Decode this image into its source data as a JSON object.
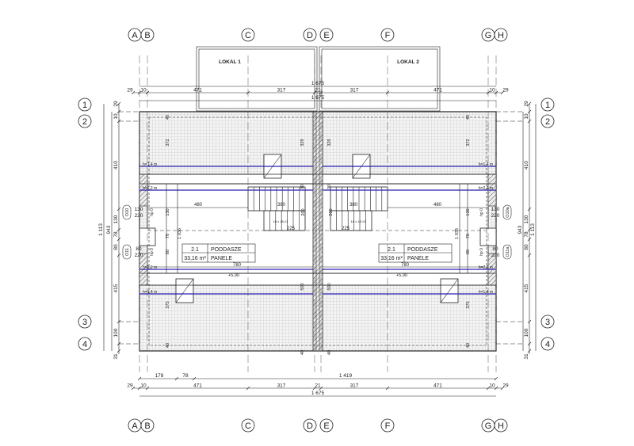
{
  "drawing": {
    "grid_columns": [
      "A",
      "B",
      "C",
      "D",
      "E",
      "F",
      "G",
      "H"
    ],
    "grid_rows": [
      "1",
      "2",
      "3",
      "4"
    ],
    "units": [
      "LOKAL 1",
      "LOKAL 2"
    ],
    "top_total_1": "1 675",
    "top_total_2": "1 675",
    "horizontal_dims": [
      "29",
      "10",
      "471",
      "317",
      "21",
      "317",
      "471",
      "10",
      "29"
    ],
    "bottom_dims_extra": [
      "178",
      "78",
      "1 419"
    ],
    "bottom_total": "1 675",
    "vertical_dims": [
      "29",
      "10",
      "410",
      "130",
      "78",
      "80",
      "415",
      "100",
      "31"
    ],
    "vertical_subtotal": "943",
    "vertical_total": "1 113",
    "windows_left": [
      {
        "id": "O10",
        "w": "130",
        "h": "220"
      },
      {
        "id": "O11",
        "w": "80",
        "h": "220"
      }
    ],
    "windows_right": [
      {
        "id": "O10a",
        "w": "130",
        "h": "220"
      },
      {
        "id": "O11a",
        "w": "80",
        "h": "220"
      }
    ],
    "sill_label": "hp 0",
    "height_low": "h=1,4 m",
    "height_high": "h=2,2 m",
    "rooms": [
      {
        "number": "2.1",
        "name": "PODDASZE",
        "area": "33,16 m²",
        "finish": "PANELE"
      },
      {
        "number": "2.1",
        "name": "PODDASZE",
        "area": "33,16 m²",
        "finish": "PANELE"
      }
    ],
    "interior_dims": {
      "room_width": "480",
      "stair_width": "380",
      "stair_depth": "200",
      "landing": "225",
      "room_length": "780",
      "room_depth": "1 036",
      "d130": "130",
      "d78": "78",
      "d80": "80",
      "top_offset": "372",
      "wall_top": "329",
      "wall_gap": "30",
      "bottom_offset": "375",
      "wall_bottom": "500",
      "edge": "40"
    },
    "level_mark": "+5,90",
    "stair_note": "16 x 18,13",
    "colors": {
      "line": "#222222",
      "height_line": "#2a1fb0",
      "hatch": "#bdbdbd"
    }
  }
}
